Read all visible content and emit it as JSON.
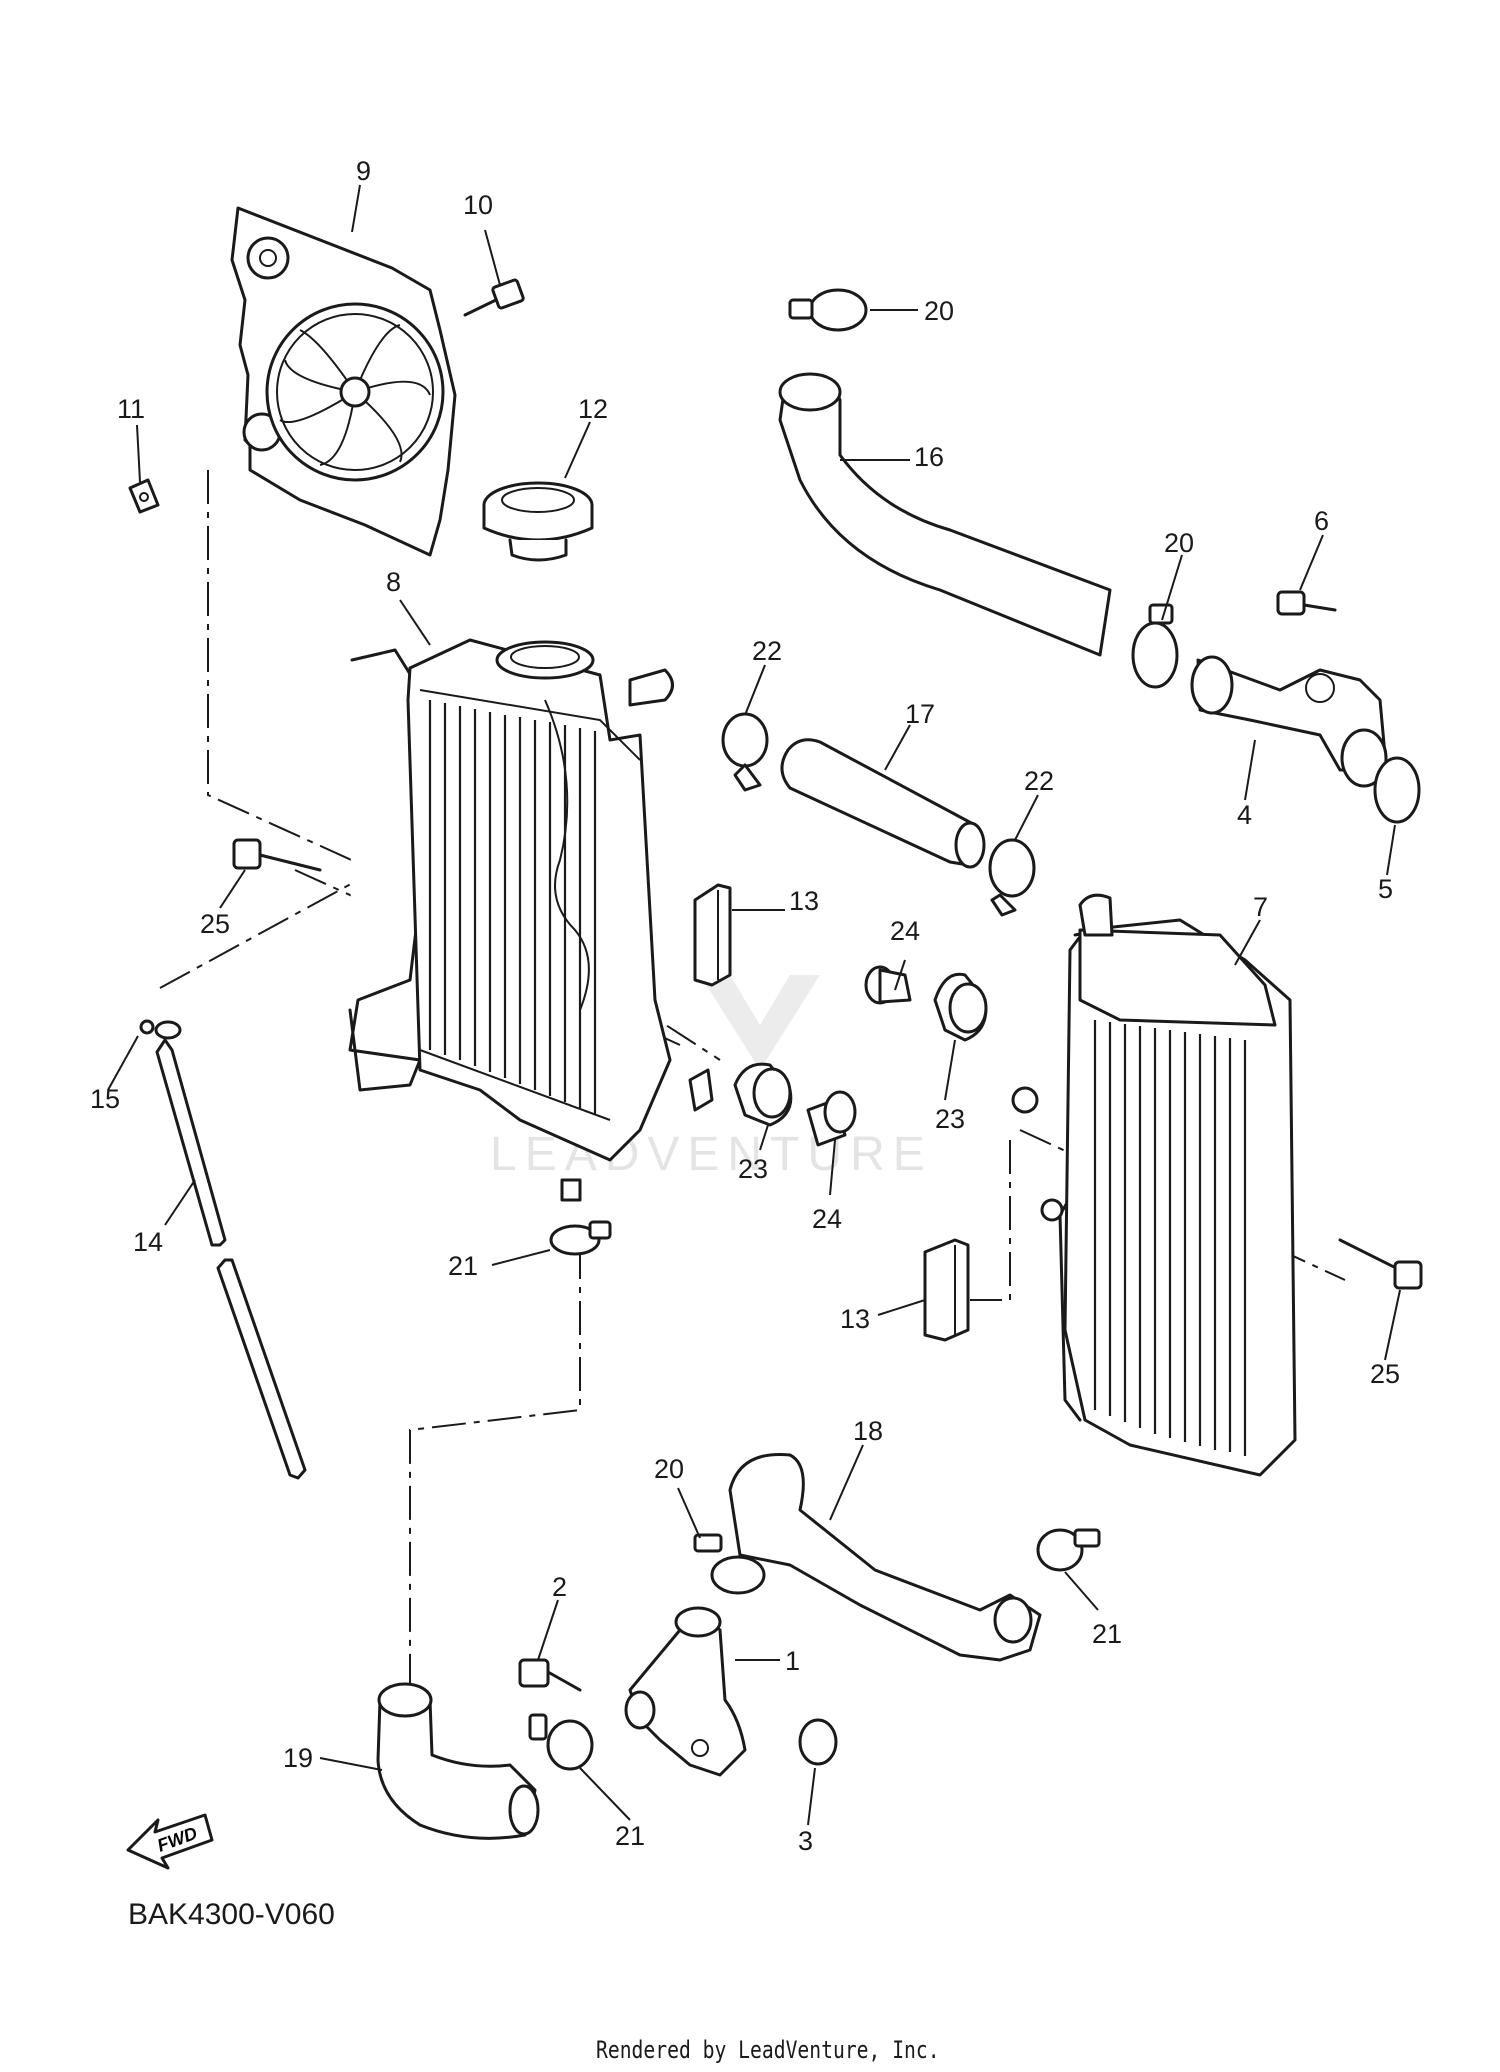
{
  "diagram_code": "BAK4300-V060",
  "credit": "Rendered by LeadVenture, Inc.",
  "watermark": "LEADVENTURE",
  "fwd_label": "FWD",
  "callouts": {
    "c1": "1",
    "c2": "2",
    "c3": "3",
    "c4": "4",
    "c5": "5",
    "c6": "6",
    "c7": "7",
    "c8": "8",
    "c9": "9",
    "c10": "10",
    "c11": "11",
    "c12": "12",
    "c13a": "13",
    "c13b": "13",
    "c14": "14",
    "c15": "15",
    "c16": "16",
    "c17": "17",
    "c18": "18",
    "c19": "19",
    "c20a": "20",
    "c20b": "20",
    "c20c": "20",
    "c21a": "21",
    "c21b": "21",
    "c21c": "21",
    "c22a": "22",
    "c22b": "22",
    "c23a": "23",
    "c23b": "23",
    "c24a": "24",
    "c24b": "24",
    "c25a": "25",
    "c25b": "25"
  }
}
